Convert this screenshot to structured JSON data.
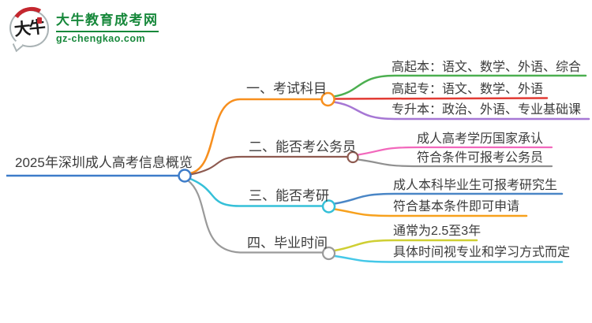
{
  "logo": {
    "icon_text": "大牛",
    "site_name": "大牛教育成考网",
    "site_domain": "gz-chengkao.com",
    "brand_color": "#17883b"
  },
  "mindmap": {
    "root": {
      "label": "2025年深圳成人高考信息概览",
      "color": "#3d7cc9"
    },
    "branches": [
      {
        "label": "一、考试科目",
        "color": "#f78f1e",
        "children": [
          {
            "label": "高起本：语文、数学、外语、综合",
            "color": "#4caf50"
          },
          {
            "label": "高起专：语文、数学、外语",
            "color": "#e23b34"
          },
          {
            "label": "专升本：政治、外语、专业基础课",
            "color": "#a677d4"
          }
        ]
      },
      {
        "label": "二、能否考公务员",
        "color": "#8d5a50",
        "children": [
          {
            "label": "成人高考学历国家承认",
            "color": "#f268bc"
          },
          {
            "label": "符合条件可报考公务员",
            "color": "#909090"
          }
        ]
      },
      {
        "label": "三、能否考研",
        "color": "#35c0d8",
        "children": [
          {
            "label": "成人本科毕业生可报考研究生",
            "color": "#4a86c6"
          },
          {
            "label": "符合基本条件即可申请",
            "color": "#f7a11d"
          }
        ]
      },
      {
        "label": "四、毕业时间",
        "color": "#9a9a9a",
        "children": [
          {
            "label": "通常为2.5至3年",
            "color": "#cfcf33"
          },
          {
            "label": "具体时间视专业和学习方式而定",
            "color": "#45c8e8"
          }
        ]
      }
    ]
  }
}
